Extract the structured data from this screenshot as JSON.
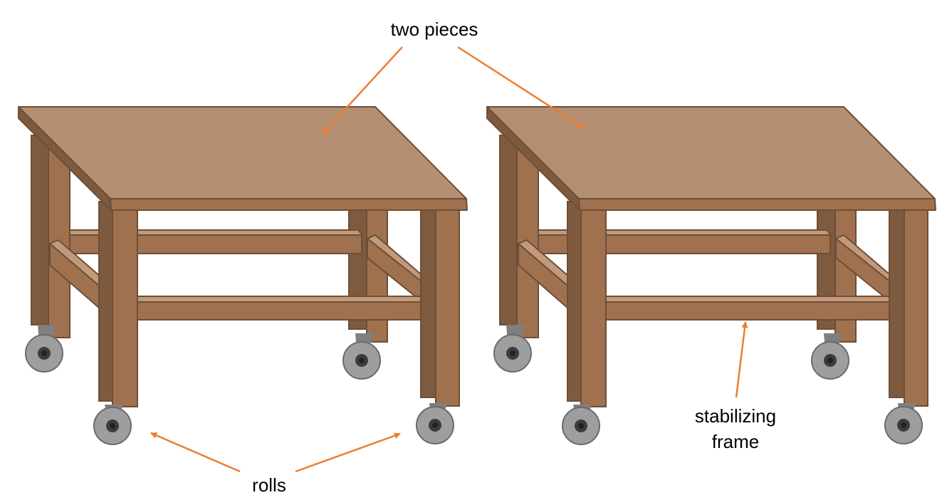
{
  "labels": {
    "top": "two pieces",
    "bottom": "rolls",
    "frame_line1": "stabilizing",
    "frame_line2": "frame"
  },
  "colors": {
    "top": "#b48f72",
    "edge": "#a0714f",
    "leg_front": "#a0714f",
    "leg_side": "#7e5a3f",
    "outline": "#6e4e36",
    "rail_top": "#c19a7b",
    "arrow": "#ed7d31",
    "wheel": "#9e9e9e",
    "wheel_rim": "#6b6b6b",
    "hub": "#3c3c3c",
    "caster": "#7f7f7f"
  },
  "tables": [
    {
      "name": "left-table"
    },
    {
      "name": "right-table"
    }
  ]
}
